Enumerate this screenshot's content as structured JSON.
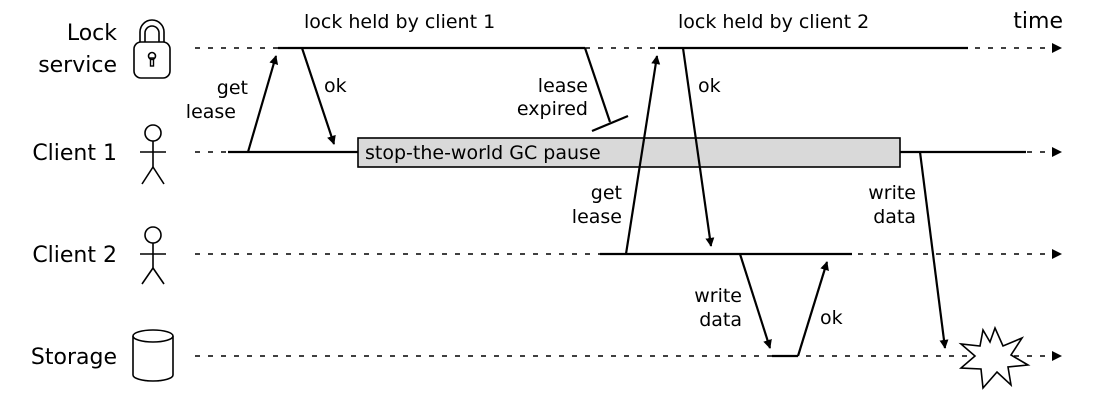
{
  "lanes": {
    "lock_service_line1": "Lock",
    "lock_service_line2": "service",
    "client1": "Client 1",
    "client2": "Client 2",
    "storage": "Storage"
  },
  "time_label": "time",
  "spans": {
    "lock_held_client1": "lock held by client 1",
    "lock_held_client2": "lock held by client 2",
    "gc_pause": "stop-the-world GC pause"
  },
  "messages": {
    "get_lease_1_line1": "get",
    "get_lease_1_line2": "lease",
    "ok_1": "ok",
    "lease_expired_line1": "lease",
    "lease_expired_line2": "expired",
    "get_lease_2_line1": "get",
    "get_lease_2_line2": "lease",
    "ok_2": "ok",
    "write_data_2_line1": "write",
    "write_data_2_line2": "data",
    "ok_3": "ok",
    "write_data_1_line1": "write",
    "write_data_1_line2": "data"
  },
  "icons": {
    "lock_service": "padlock-icon",
    "client1": "stick-figure-icon",
    "client2": "stick-figure-icon",
    "storage": "database-cylinder-icon",
    "conflict": "explosion-icon"
  },
  "colors": {
    "ink": "#000000",
    "gc_pause_fill": "#d9d9d9"
  }
}
